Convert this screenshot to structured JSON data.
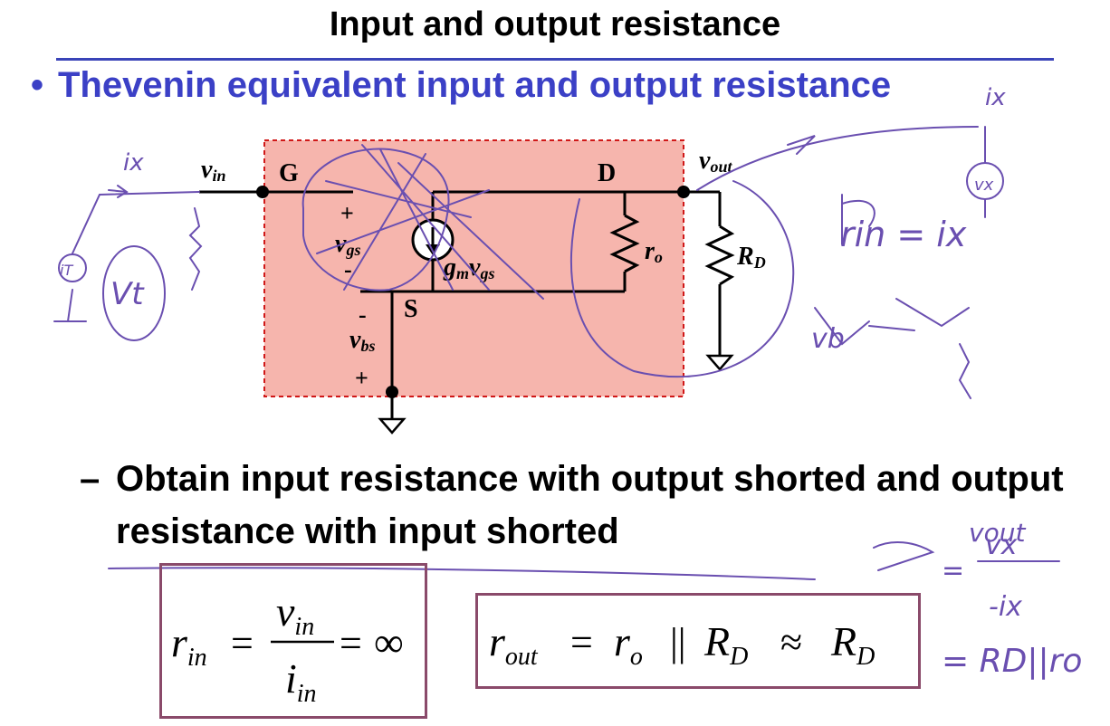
{
  "slide": {
    "title": "Input and output resistance",
    "bullet": "Thevenin equivalent input and output resistance",
    "subbullet_dash": "–",
    "subbullet": "Obtain input resistance with output shorted and output resistance with input shorted"
  },
  "circuit": {
    "labels": {
      "vin": "v",
      "vin_sub": "in",
      "G": "G",
      "D": "D",
      "S": "S",
      "vout": "v",
      "vout_sub": "out",
      "vgs": "v",
      "vgs_sub": "gs",
      "plus_gs": "+",
      "minus_gs": "-",
      "gm": "g",
      "gm_sub": "m",
      "gm_v": "v",
      "gm_v_sub": "gs",
      "ro": "r",
      "ro_sub": "o",
      "RD": "R",
      "RD_sub": "D",
      "minus_bs": "-",
      "vbs": "v",
      "vbs_sub": "bs",
      "plus_bs": "+"
    }
  },
  "equations": {
    "rin": {
      "lhs": "r",
      "lhs_sub": "in",
      "eq1": "=",
      "num": "v",
      "num_sub": "in",
      "den": "i",
      "den_sub": "in",
      "eq2": "=",
      "result": "∞"
    },
    "rout": {
      "lhs": "r",
      "lhs_sub": "out",
      "eq": "=",
      "ro": "r",
      "ro_sub": "o",
      "parallel": "||",
      "rd": "R",
      "rd_sub": "D",
      "approx": "≈",
      "rd2": "R",
      "rd2_sub": "D"
    }
  },
  "handwriting": {
    "ix": "ix",
    "vx": "vx",
    "rin_note": "rin = ix",
    "vb_note": "vb",
    "vout_note": "vout",
    "vout_ratio_num": "vx",
    "vout_ratio_den": "-ix",
    "rd_ro_note": "= RD||ro",
    "iT_note": "iT",
    "vT_note": "vT",
    "src_note": "Vt"
  },
  "colors": {
    "title": "#000000",
    "bullet": "#3b40c6",
    "rule": "#3a44b8",
    "box_fill": "#f6b5ad",
    "box_border": "#d01818",
    "eq_border": "#8a4a6a",
    "ink": "#6a4fb0"
  }
}
